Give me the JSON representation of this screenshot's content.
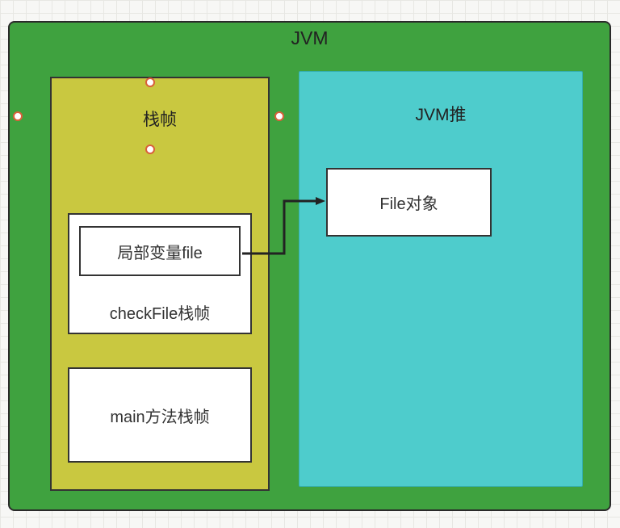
{
  "diagram": {
    "jvm_label": "JVM",
    "stack": {
      "title": "栈帧",
      "local_var_label": "局部变量file",
      "check_file_frame_label": "checkFile栈帧",
      "main_frame_label": "main方法栈帧"
    },
    "heap": {
      "title": "JVM推",
      "file_object_label": "File对象"
    },
    "colors": {
      "jvm_green": "#3fa23f",
      "stack_yellow": "#c9c840",
      "heap_cyan": "#4ecccc",
      "box_border": "#333333",
      "arrow": "#222222",
      "handle_ring": "#d9603b",
      "grid_line": "#e7e7e3"
    }
  }
}
